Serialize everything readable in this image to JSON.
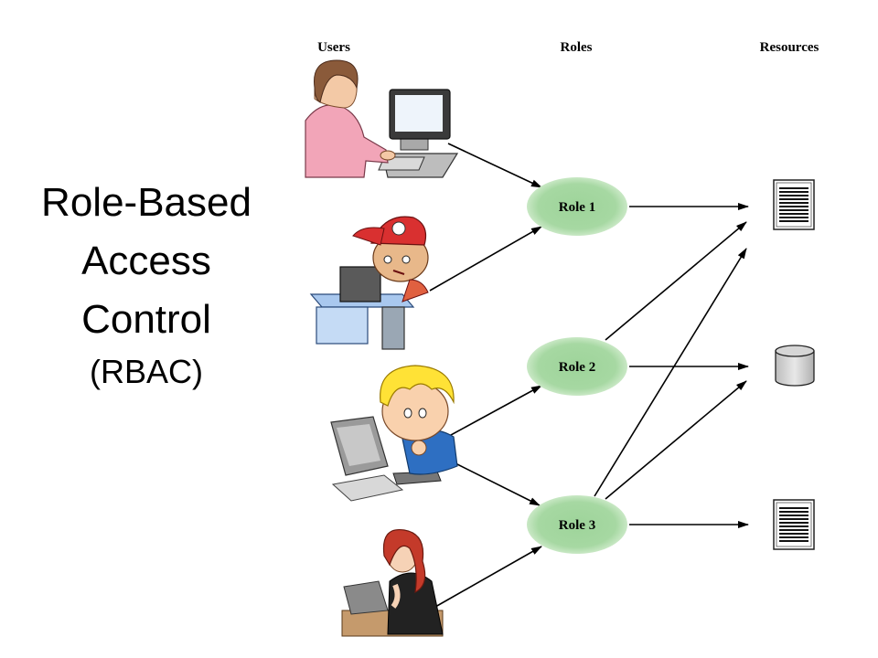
{
  "title": {
    "lines": [
      "Role-Based",
      "Access",
      "Control"
    ],
    "subtitle": "(RBAC)"
  },
  "columns": {
    "users": "Users",
    "roles": "Roles",
    "resources": "Resources"
  },
  "roles": [
    "Role 1",
    "Role 2",
    "Role 3"
  ],
  "users": [
    {
      "icon": "woman-at-computer-icon",
      "roles": [
        "Role 1"
      ]
    },
    {
      "icon": "boy-in-cap-at-computer-icon",
      "roles": [
        "Role 1"
      ]
    },
    {
      "icon": "blond-boy-at-computer-icon",
      "roles": [
        "Role 2",
        "Role 3"
      ]
    },
    {
      "icon": "red-haired-woman-at-laptop-icon",
      "roles": [
        "Role 3"
      ]
    }
  ],
  "resources": [
    {
      "icon": "document-icon",
      "roles": [
        "Role 1",
        "Role 2"
      ]
    },
    {
      "icon": "database-icon",
      "roles": [
        "Role 2",
        "Role 3"
      ]
    },
    {
      "icon": "document-icon",
      "roles": [
        "Role 3"
      ]
    }
  ],
  "colors": {
    "role_fill": "#9ed49a",
    "role_edge": "#d8efd4",
    "arrow": "#000000"
  }
}
